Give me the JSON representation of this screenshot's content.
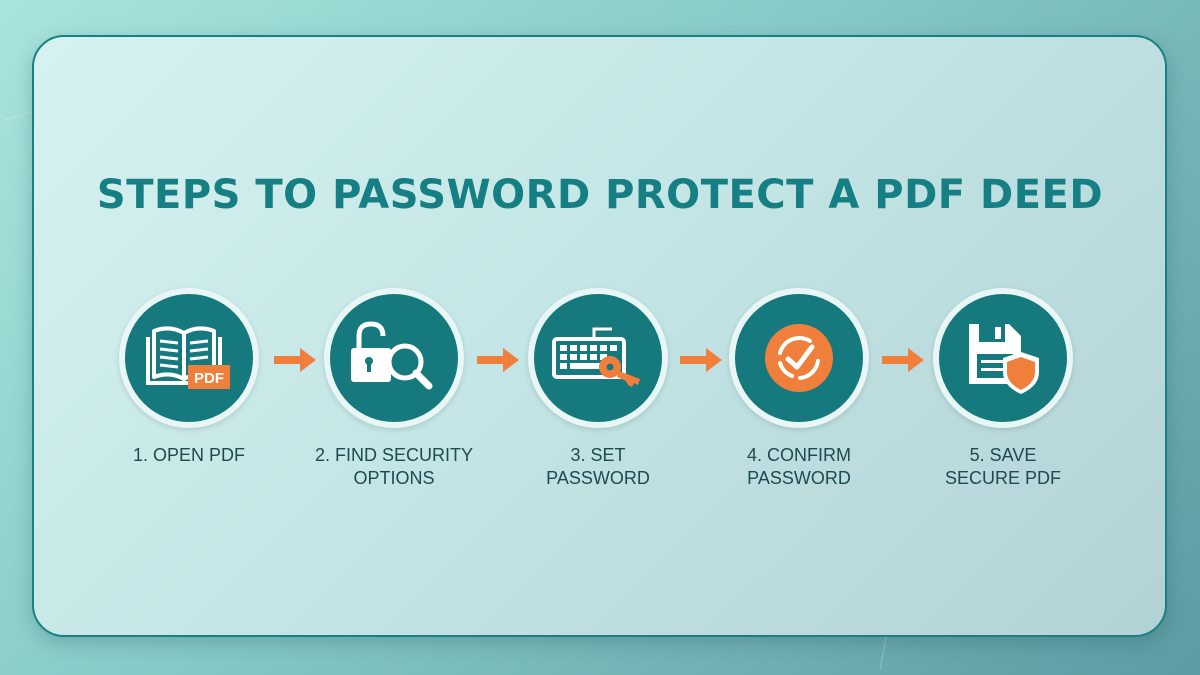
{
  "title": "STEPS TO PASSWORD PROTECT A PDF DEED",
  "colors": {
    "primary_teal": "#16797d",
    "accent_orange": "#f07f3c",
    "title_color": "#157f83",
    "label_color": "#1f4a4e"
  },
  "steps": [
    {
      "number": 1,
      "label": "1. OPEN PDF",
      "icon": "open-book-pdf-icon",
      "badge": "PDF"
    },
    {
      "number": 2,
      "label": "2. FIND SECURITY\nOPTIONS",
      "icon": "unlocked-padlock-magnifier-icon"
    },
    {
      "number": 3,
      "label": "3. SET\nPASSWORD",
      "icon": "keyboard-key-icon"
    },
    {
      "number": 4,
      "label": "4. CONFIRM\nPASSWORD",
      "icon": "refresh-check-icon"
    },
    {
      "number": 5,
      "label": "5. SAVE\nSECURE PDF",
      "icon": "floppy-disk-shield-icon"
    }
  ],
  "connectors": [
    "arrow-right",
    "arrow-right",
    "arrow-right",
    "arrow-right"
  ]
}
